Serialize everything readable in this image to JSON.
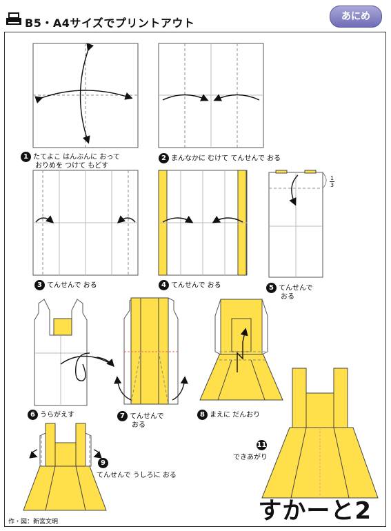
{
  "header": {
    "title": "B5・A4サイズでプリントアウト",
    "badge": "あにめ"
  },
  "steps": [
    {
      "num": "1",
      "text_line1": "たてよこ はんぶんに おって",
      "text_line2": "おりめを つけて もどす"
    },
    {
      "num": "2",
      "text_line1": "まんなかに むけて てんせんで おる"
    },
    {
      "num": "3",
      "text_line1": "てんせんで おる"
    },
    {
      "num": "4",
      "text_line1": "てんせんで おる"
    },
    {
      "num": "5",
      "text_line1": "てんせんで",
      "text_line2": "おる"
    },
    {
      "num": "6",
      "text_line1": "うらがえす"
    },
    {
      "num": "7",
      "text_line1": "てんせんで",
      "text_line2": "おる"
    },
    {
      "num": "8",
      "text_line1": "まえに だんおり"
    },
    {
      "num": "9",
      "text_line1": "てんせんで うしろに おる"
    },
    {
      "num": "11",
      "text_line1": "できあがり"
    }
  ],
  "fraction": {
    "numerator": "1",
    "denominator": "3"
  },
  "final_title": "すかーと2",
  "credit": "作・図：新宮文明",
  "colors": {
    "paper_yellow": "#FFE04A",
    "outline": "#444444",
    "badge": "#8886c6"
  }
}
